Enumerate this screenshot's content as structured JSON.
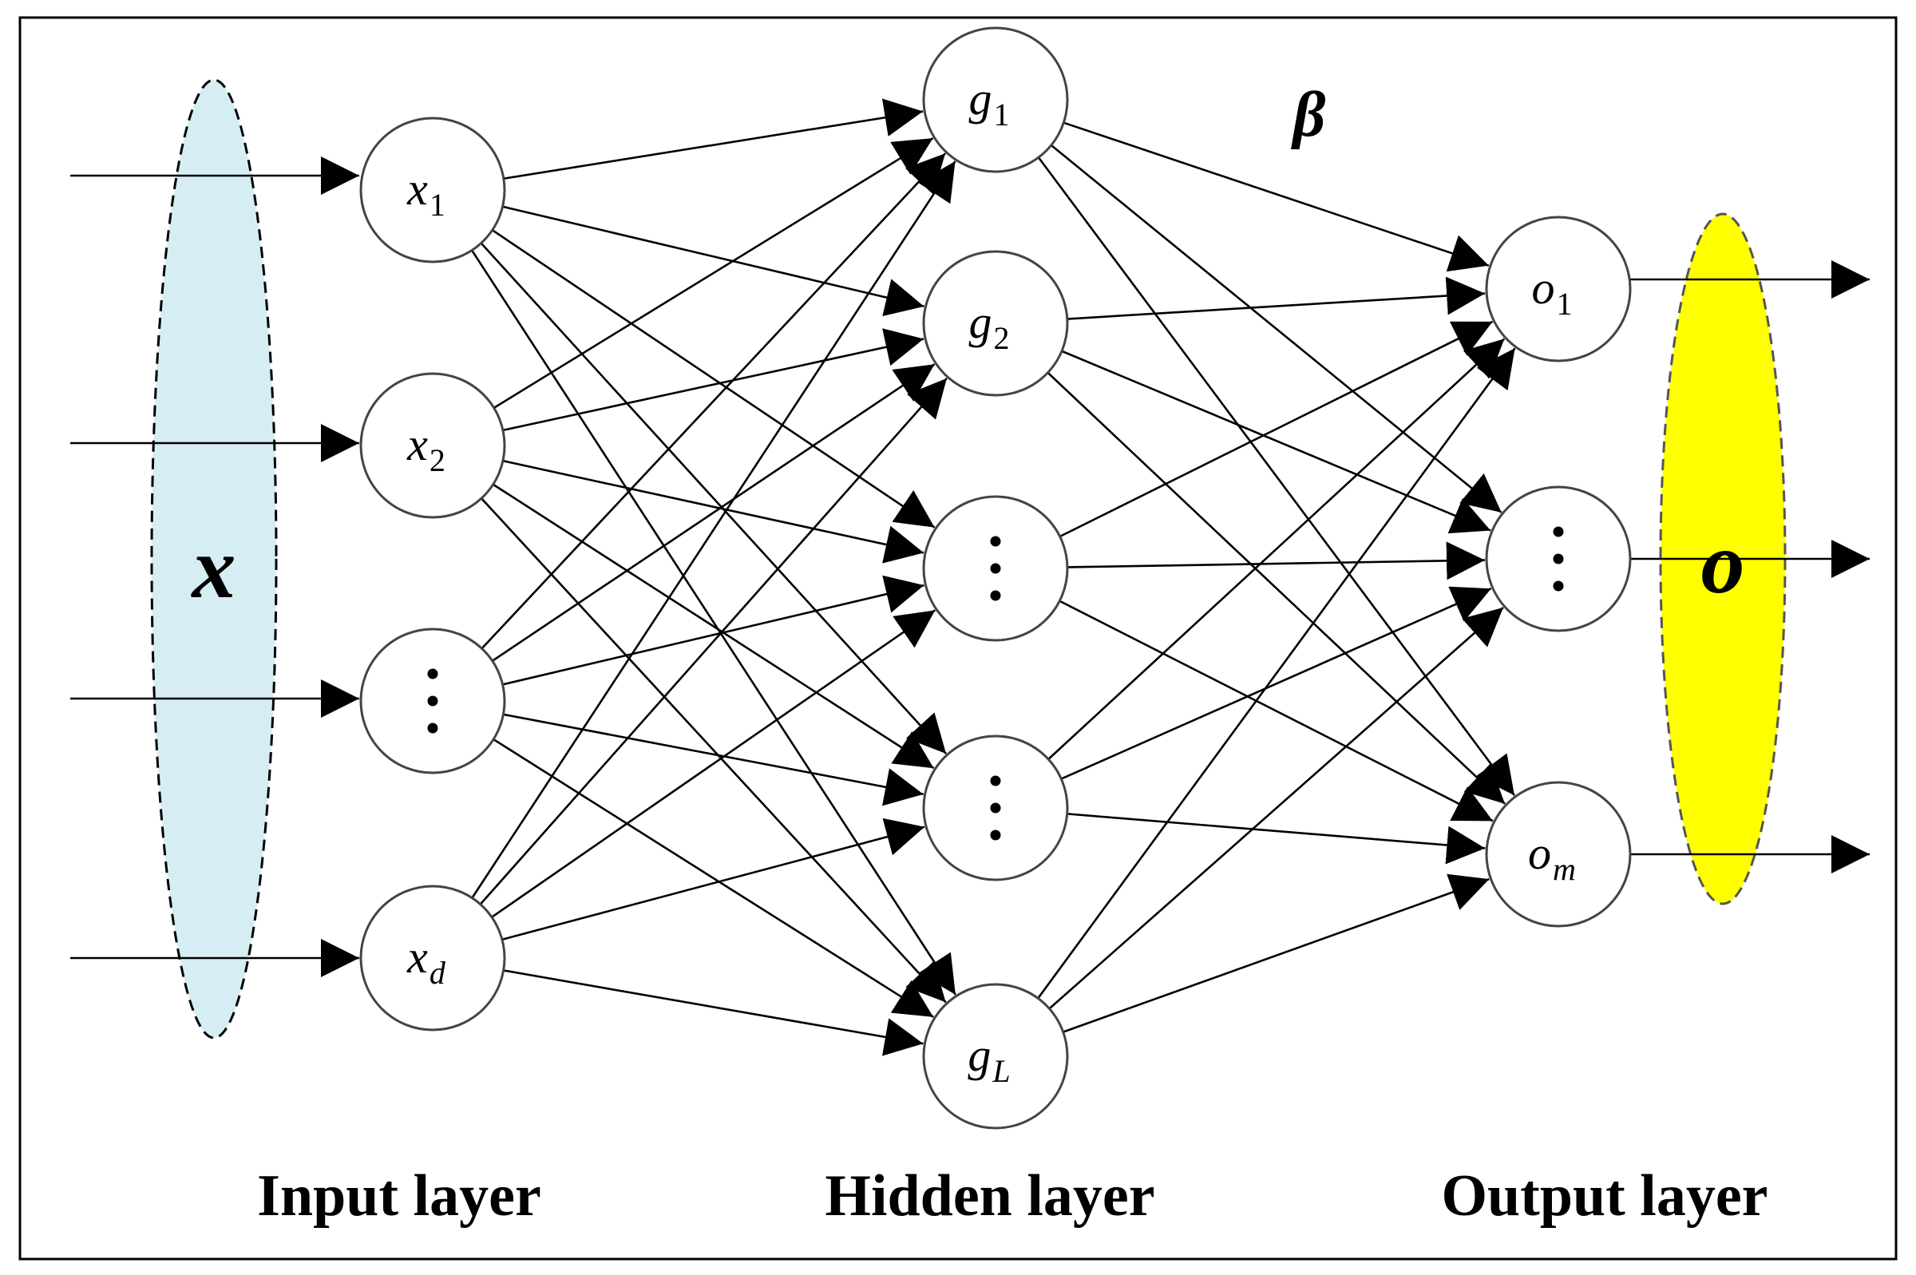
{
  "diagram": {
    "layers": {
      "input_label": "Input layer",
      "hidden_label": "Hidden layer",
      "output_label": "Output layer"
    },
    "input_vector": {
      "symbol": "x",
      "color": "#d6eef3"
    },
    "output_vector": {
      "symbol": "o",
      "color": "#ffff00",
      "text_color": "#000000"
    },
    "weights_label": "β",
    "input_nodes": [
      {
        "id": "x1",
        "base": "x",
        "sub": "1",
        "sub_italic": false
      },
      {
        "id": "x2",
        "base": "x",
        "sub": "2",
        "sub_italic": false
      },
      {
        "id": "xdots",
        "dots": true
      },
      {
        "id": "xd",
        "base": "x",
        "sub": "d",
        "sub_italic": true
      }
    ],
    "hidden_nodes": [
      {
        "id": "g1",
        "base": "g",
        "sub": "1",
        "sub_italic": false
      },
      {
        "id": "g2",
        "base": "g",
        "sub": "2",
        "sub_italic": false
      },
      {
        "id": "gdots1",
        "dots": true
      },
      {
        "id": "gdots2",
        "dots": true
      },
      {
        "id": "gL",
        "base": "g",
        "sub": "L",
        "sub_italic": true
      }
    ],
    "output_nodes": [
      {
        "id": "o1",
        "base": "o",
        "sub": "1",
        "sub_italic": false
      },
      {
        "id": "odots",
        "dots": true
      },
      {
        "id": "om",
        "base": "o",
        "sub": "m",
        "sub_italic": true
      }
    ],
    "colors": {
      "edge": "#000000",
      "node_border": "#444444",
      "vector_border": "#000000"
    }
  }
}
